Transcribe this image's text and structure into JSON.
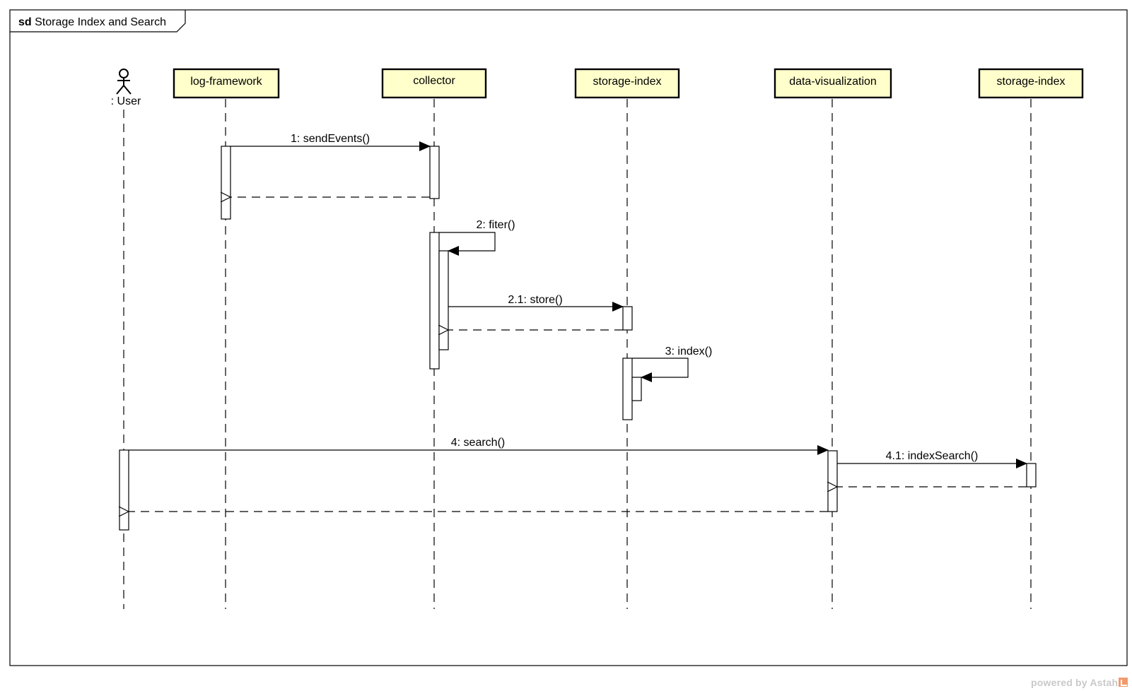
{
  "frame": {
    "keyword": "sd",
    "title": "Storage Index and Search"
  },
  "actor": {
    "label": ": User"
  },
  "participants": [
    {
      "label": "log-framework"
    },
    {
      "label": "collector"
    },
    {
      "label": "storage-index"
    },
    {
      "label": "data-visualization"
    },
    {
      "label": "storage-index"
    }
  ],
  "messages": [
    {
      "label": "1: sendEvents()"
    },
    {
      "label": "2: fiter()"
    },
    {
      "label": "2.1: store()"
    },
    {
      "label": "3: index()"
    },
    {
      "label": "4: search()"
    },
    {
      "label": "4.1: indexSearch()"
    }
  ],
  "watermark": {
    "text": "powered by Astah"
  }
}
